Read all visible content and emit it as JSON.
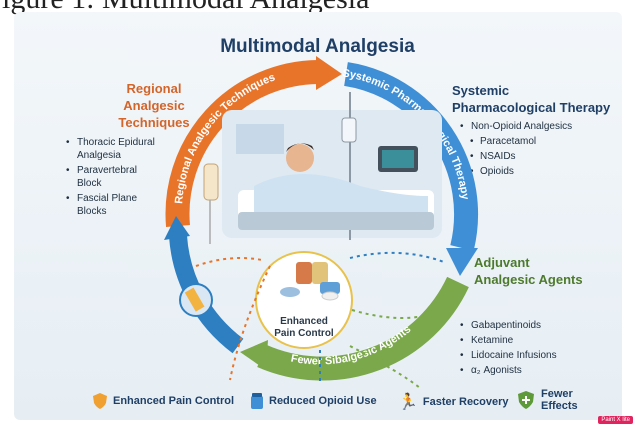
{
  "header": {
    "top_cut_text": "igure 1: Multimodal Analgesia",
    "title": "Multimodal Analgesia"
  },
  "regional": {
    "title_lines": [
      "Regional",
      "Analgesic",
      "Techniques"
    ],
    "items": [
      "Thoracic Epidural Analgesia",
      "Paravertebral Block",
      "Fascial Plane Blocks"
    ]
  },
  "systemic": {
    "title_lines": [
      "Systemic",
      "Pharmacological Therapy"
    ],
    "items": [
      "Non-Opioid Analgesics",
      "Paracetamol",
      "NSAIDs",
      "Opioids"
    ]
  },
  "adjuvant": {
    "title_lines": [
      "Adjuvant",
      "Analgesic Agents"
    ],
    "items": [
      "Gabapentinoids",
      "Ketamine",
      "Lidocaine Infusions",
      "α₂ Agonists"
    ]
  },
  "arcs": {
    "regional": "Regional Analgesic Techniques",
    "systemic": "Systemic Pharmacological Therapy",
    "fewer": "Fewer Sibalgesic Agents"
  },
  "center": {
    "line1": "Enhanced",
    "line2": "Pain Control"
  },
  "footer": {
    "items": [
      "Enhanced Pain Control",
      "Reduced Opioid Use",
      "Faster Recovery",
      "Fewer Effects"
    ]
  },
  "badge": "Paint X lite",
  "colors": {
    "orange": "#e8742a",
    "blue": "#3f8fd6",
    "green": "#7aa84a",
    "navy": "#1f3f66"
  }
}
